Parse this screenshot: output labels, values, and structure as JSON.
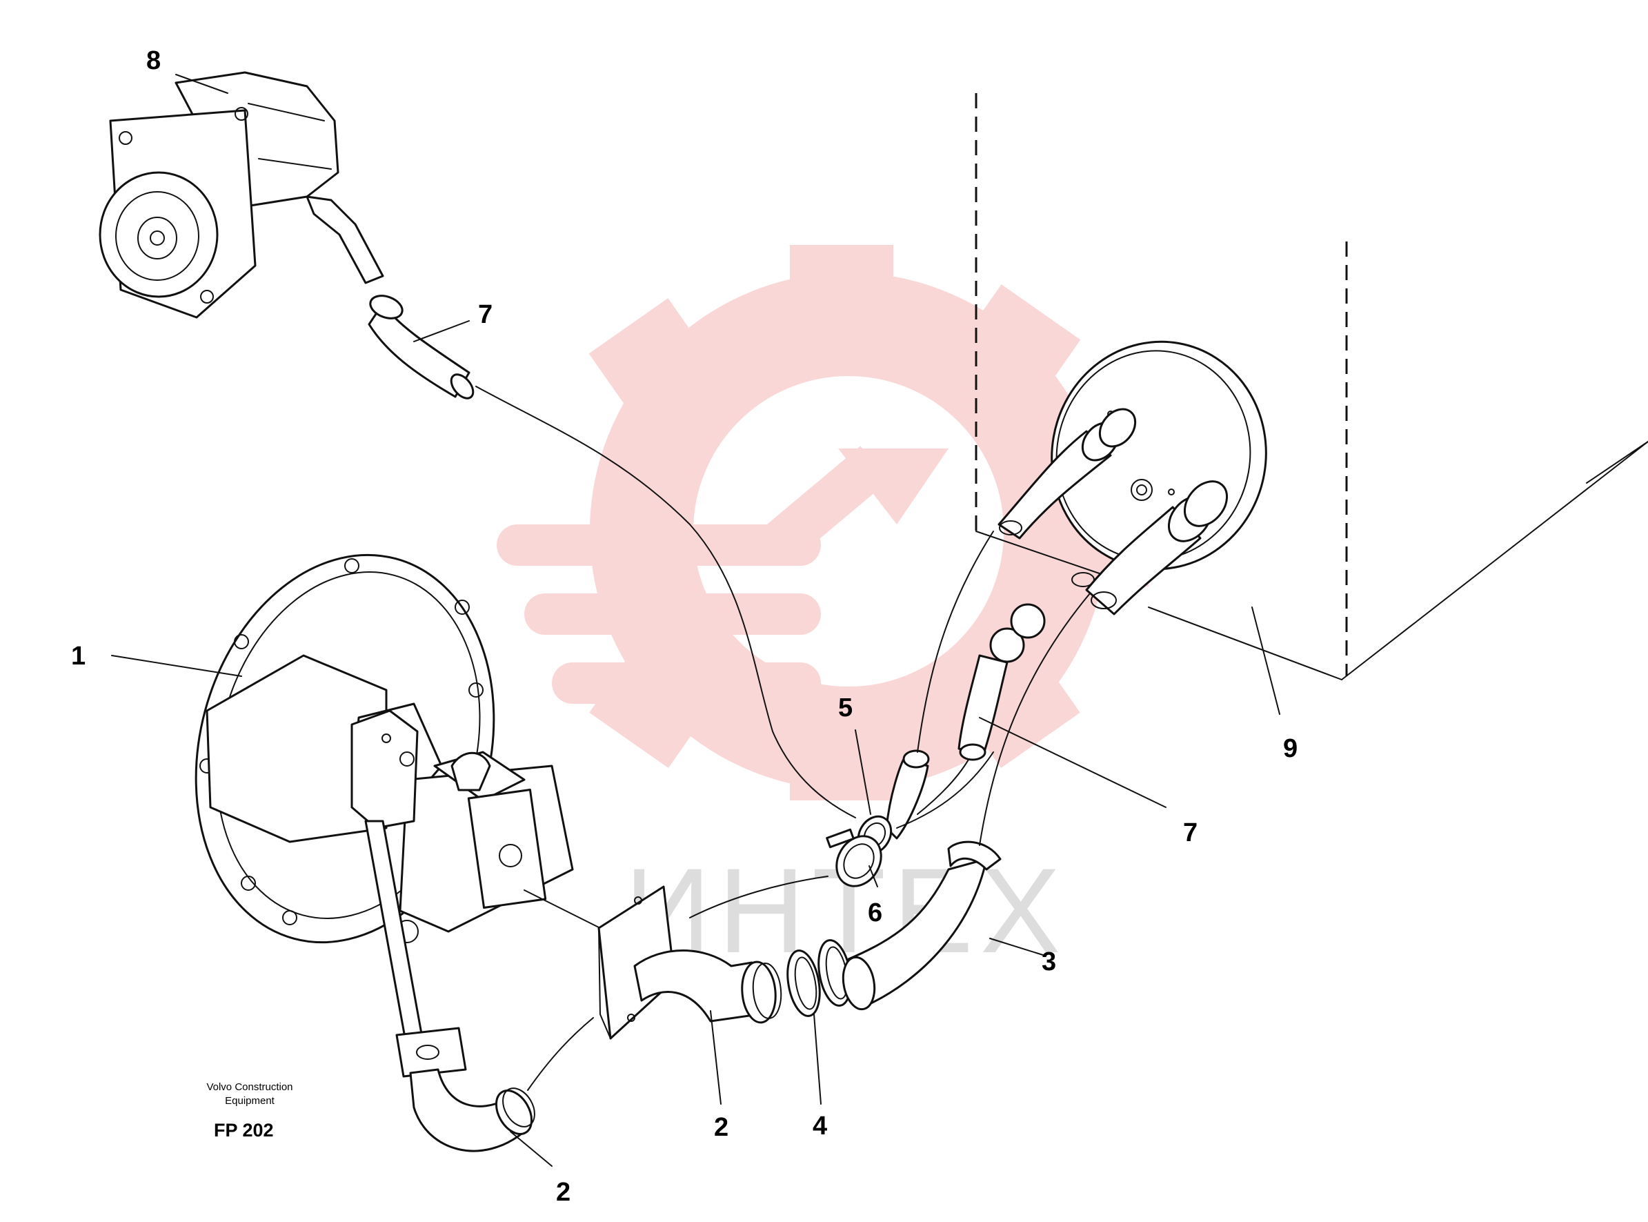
{
  "watermark": {
    "text": "ИНТЕХ",
    "logo": "gear-wrench-logo",
    "color": "#e63a3a"
  },
  "callouts": [
    {
      "id": "c8",
      "text": "8"
    },
    {
      "id": "c7a",
      "text": "7"
    },
    {
      "id": "c1",
      "text": "1"
    },
    {
      "id": "c5",
      "text": "5"
    },
    {
      "id": "c6",
      "text": "6"
    },
    {
      "id": "c9",
      "text": "9"
    },
    {
      "id": "c7b",
      "text": "7"
    },
    {
      "id": "c3",
      "text": "3"
    },
    {
      "id": "c2a",
      "text": "2"
    },
    {
      "id": "c4",
      "text": "4"
    },
    {
      "id": "c2b",
      "text": "2"
    }
  ],
  "caption": {
    "line1": "Volvo Construction",
    "line2": "Equipment",
    "code": "FP 202"
  }
}
